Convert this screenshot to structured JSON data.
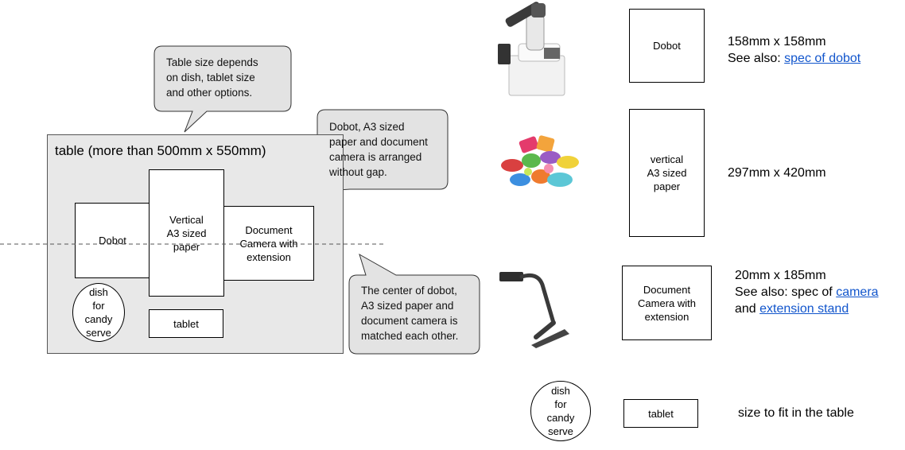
{
  "callouts": {
    "table_size": "Table size depends\non dish, tablet size\nand other options.",
    "arranged": "Dobot, A3 sized\npaper and document\ncamera is arranged\nwithout gap.",
    "center": "The center of dobot,\nA3 sized paper and\ndocument camera is\nmatched each other."
  },
  "layout": {
    "table_title": "table (more than 500mm x 550mm)",
    "dobot": "Dobot",
    "a3": "Vertical\nA3 sized\npaper",
    "camera": "Document\nCamera with\nextension",
    "dish": "dish\nfor\ncandy\nserve",
    "tablet": "tablet"
  },
  "legend": {
    "dobot": {
      "box": "Dobot",
      "size": "158mm x 158mm",
      "see_also_prefix": "See also: ",
      "link": "spec of dobot"
    },
    "paper": {
      "box": "vertical\nA3 sized\npaper",
      "size": "297mm x 420mm"
    },
    "camera": {
      "box": "Document\nCamera with\nextension",
      "size": "20mm x 185mm",
      "see_also_prefix": "See also: spec of ",
      "link1": "camera",
      "and_prefix": "and ",
      "link2": "extension stand"
    },
    "dish": {
      "box": "dish\nfor\ncandy\nserve"
    },
    "tablet": {
      "box": "tablet",
      "size": "size to fit in the table"
    }
  },
  "images": [
    "robot-arm-image",
    "candy-image",
    "document-camera-image"
  ],
  "colors": {
    "callout_fill": "#e3e3e3",
    "table_fill": "#e8e8e8",
    "link": "#1155cc"
  }
}
